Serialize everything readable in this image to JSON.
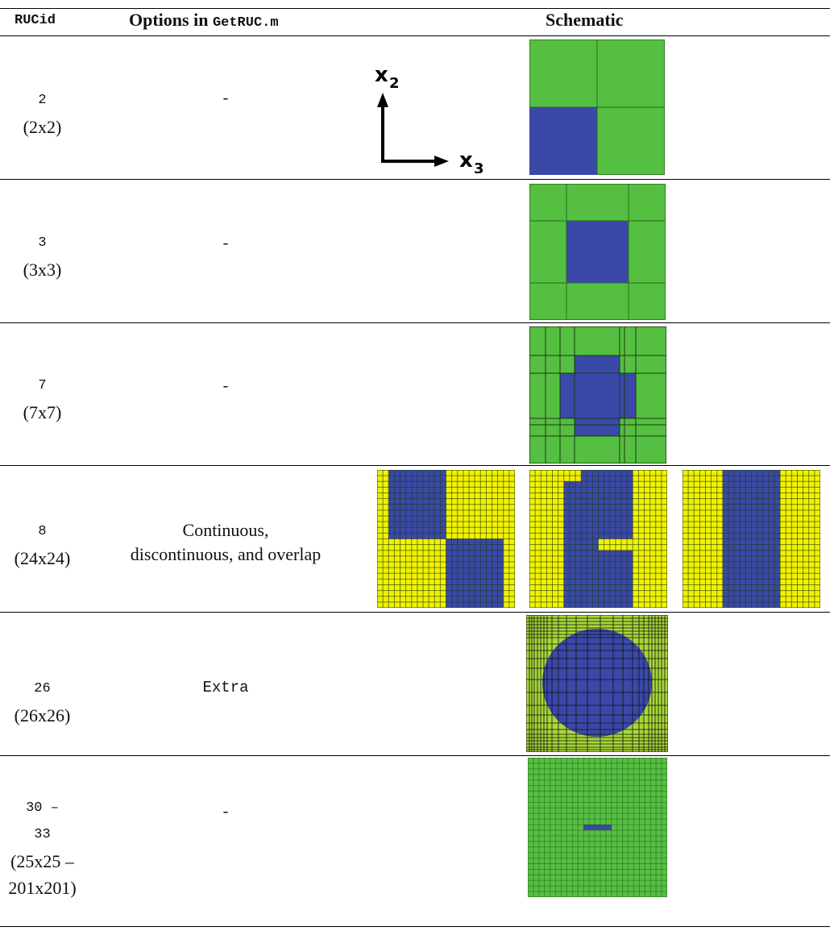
{
  "header": {
    "col_id": "RUCid",
    "col_options_prefix": "Options in ",
    "col_options_code": "GetRUC.m",
    "col_schematic": "Schematic"
  },
  "axes": {
    "vertical": "x",
    "vertical_sub": "2",
    "horizontal": "x",
    "horizontal_sub": "3"
  },
  "rows": [
    {
      "id": "2",
      "size": "(2x2)",
      "options": "-"
    },
    {
      "id": "3",
      "size": "(3x3)",
      "options": "-"
    },
    {
      "id": "7",
      "size": "(7x7)",
      "options": "-"
    },
    {
      "id": "8",
      "size": "(24x24)",
      "options_line1": "Continuous,",
      "options_line2": "discontinuous, and overlap"
    },
    {
      "id": "26",
      "size": "(26x26)",
      "options": "Extra"
    },
    {
      "id_line1": "30 –",
      "id_line2": "33",
      "size_line1": "(25x25 –",
      "size_line2": "201x201)",
      "options": "-"
    }
  ],
  "colors": {
    "fiber": "#3a48a8",
    "matrix_green": "#55bf41",
    "matrix_yellow": "#f2f200",
    "matrix_lime": "#a8d838",
    "grid_line": "#1c3a10"
  }
}
